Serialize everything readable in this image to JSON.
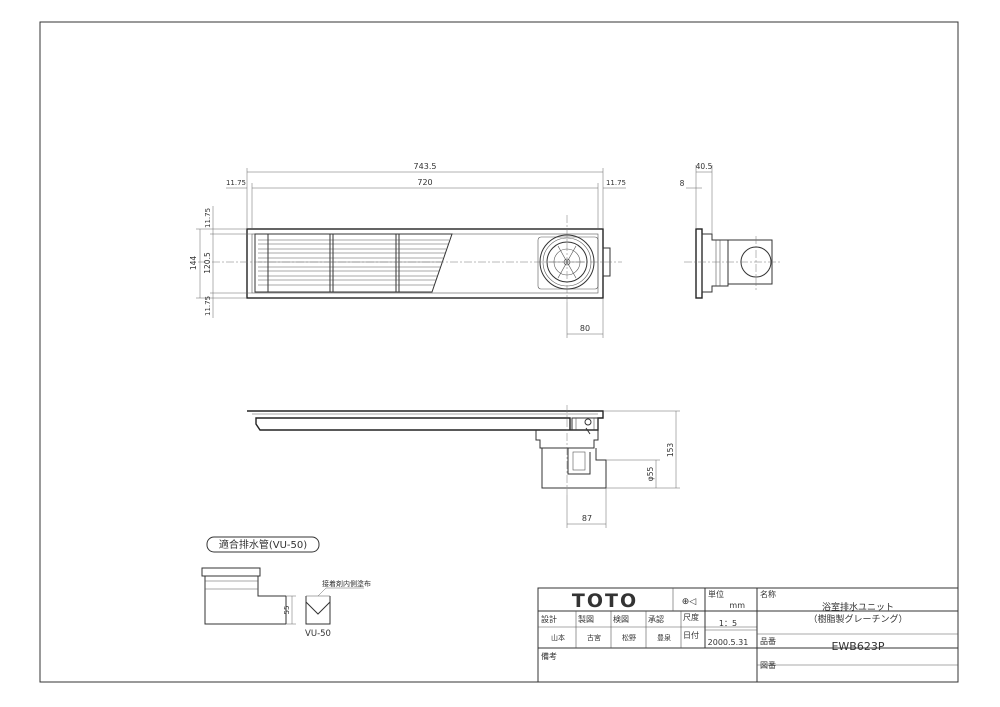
{
  "dimensions": {
    "overall_length": "743.5",
    "inner_length": "720",
    "left_margin": "11.75",
    "right_margin": "11.75",
    "top_margin": "11.75",
    "bottom_margin": "11.75",
    "overall_width": "144",
    "inner_width": "120.5",
    "drain_offset": "80",
    "side_width": "40.5",
    "side_thickness": "8",
    "section_height": "153",
    "pipe_diameter": "φ55",
    "section_offset": "87",
    "pipe_height": "55"
  },
  "pipe_box": {
    "title": "適合排水管(VU-50)",
    "note": "接着剤内側塗布",
    "pipe_label": "VU-50"
  },
  "title_block": {
    "brand": "TOTO",
    "unit_label": "単位",
    "unit_value": "mm",
    "scale_label": "尺度",
    "scale_value": "1：5",
    "date_label": "日付",
    "date_value": "2000.5.31",
    "name_label": "名称",
    "name_line1": "浴室排水ユニット",
    "name_line2": "（樹脂製グレーチング）",
    "part_label": "品番",
    "part_value": "EWB623P",
    "drawing_no_label": "図番",
    "remarks_label": "備考",
    "roles": [
      {
        "role": "設計",
        "person": "山本"
      },
      {
        "role": "製図",
        "person": "古宮"
      },
      {
        "role": "検図",
        "person": "松野"
      },
      {
        "role": "承認",
        "person": "豊泉"
      }
    ]
  }
}
